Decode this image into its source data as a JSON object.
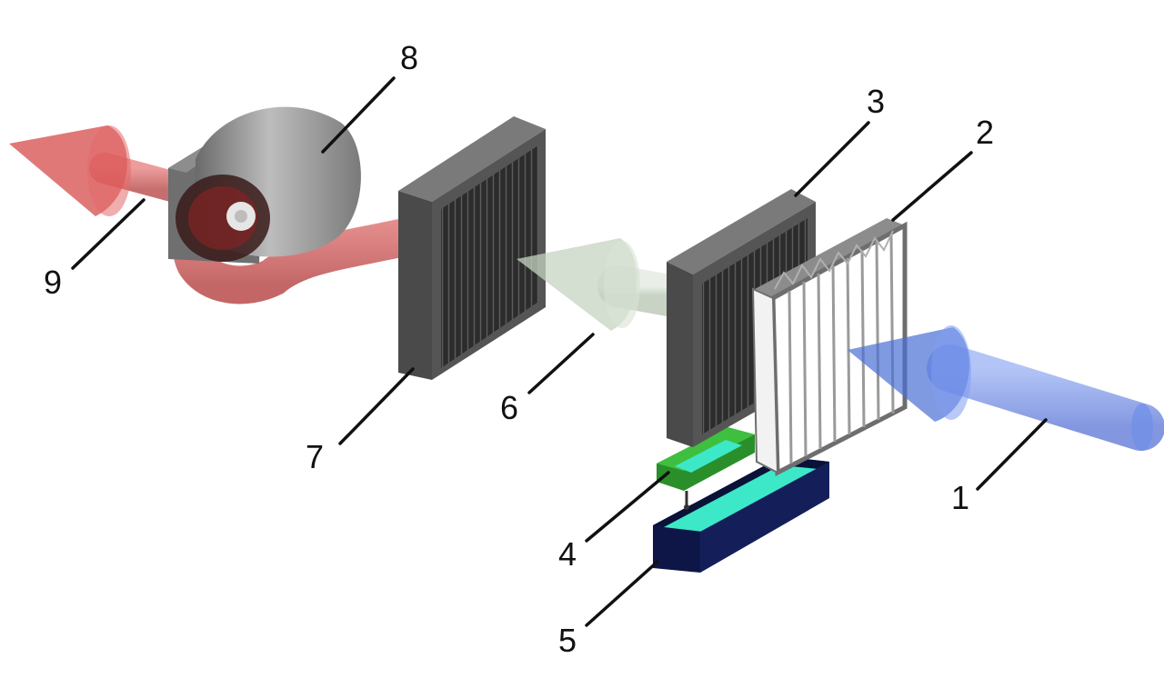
{
  "callouts": [
    {
      "id": "1",
      "text": "1"
    },
    {
      "id": "2",
      "text": "2"
    },
    {
      "id": "3",
      "text": "3"
    },
    {
      "id": "4",
      "text": "4"
    },
    {
      "id": "5",
      "text": "5"
    },
    {
      "id": "6",
      "text": "6"
    },
    {
      "id": "7",
      "text": "7"
    },
    {
      "id": "8",
      "text": "8"
    },
    {
      "id": "9",
      "text": "9"
    }
  ],
  "colors": {
    "inlet_air": "#4a6fd6",
    "intermediate_air": "#b8c9b4",
    "outlet_air": "#cc3b3b",
    "filter_frame": "#5a5a5a",
    "fan_housing": "#9a9a9a",
    "pump_tray": "#2fa82f",
    "water": "#3de8c8",
    "reservoir": "#0d1646"
  }
}
